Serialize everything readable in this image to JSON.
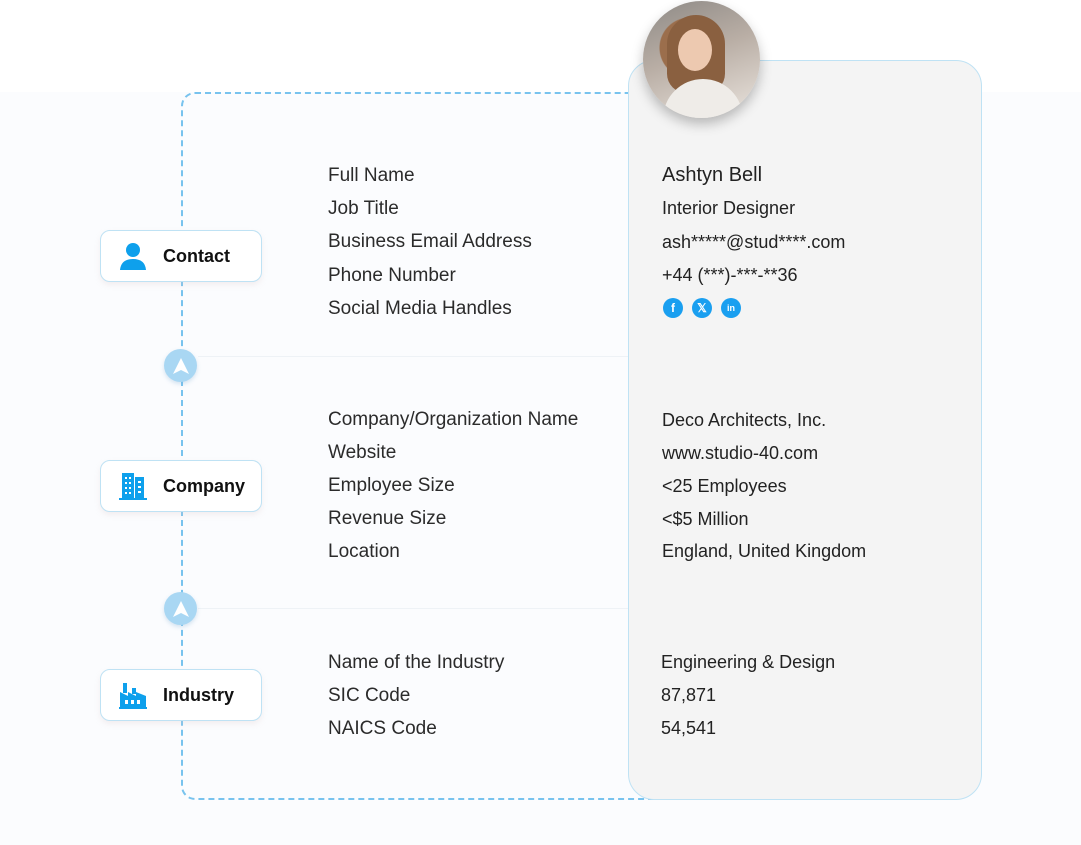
{
  "sections": [
    {
      "id": "contact",
      "title": "Contact",
      "icon": "person-icon",
      "fields": [
        {
          "label": "Full Name",
          "value": "Ashtyn Bell"
        },
        {
          "label": "Job Title",
          "value": "Interior Designer"
        },
        {
          "label": "Business Email Address",
          "value": "ash*****@stud****.com"
        },
        {
          "label": "Phone Number",
          "value": "+44 (***)-***-**36"
        },
        {
          "label": "Social Media Handles",
          "value": ""
        }
      ],
      "socials": [
        {
          "name": "facebook",
          "glyph": "f"
        },
        {
          "name": "x-twitter",
          "glyph": "𝕏"
        },
        {
          "name": "linkedin",
          "glyph": "in"
        }
      ]
    },
    {
      "id": "company",
      "title": "Company",
      "icon": "building-icon",
      "fields": [
        {
          "label": "Company/Organization Name",
          "value": "Deco Architects, Inc."
        },
        {
          "label": "Website",
          "value": "www.studio-40.com"
        },
        {
          "label": "Employee Size",
          "value": "<25 Employees"
        },
        {
          "label": "Revenue Size",
          "value": "<$5 Million"
        },
        {
          "label": "Location",
          "value": "England, United Kingdom"
        }
      ]
    },
    {
      "id": "industry",
      "title": "Industry",
      "icon": "factory-icon",
      "fields": [
        {
          "label": "Name of the Industry",
          "value": "Engineering & Design"
        },
        {
          "label": "SIC Code",
          "value": "87,871"
        },
        {
          "label": "NAICS Code",
          "value": "54,541"
        }
      ]
    }
  ],
  "colors": {
    "accent": "#0ea0ec",
    "dash": "#78c3ee",
    "card_bg": "#f4f4f4",
    "card_border": "#bfe2f4"
  }
}
